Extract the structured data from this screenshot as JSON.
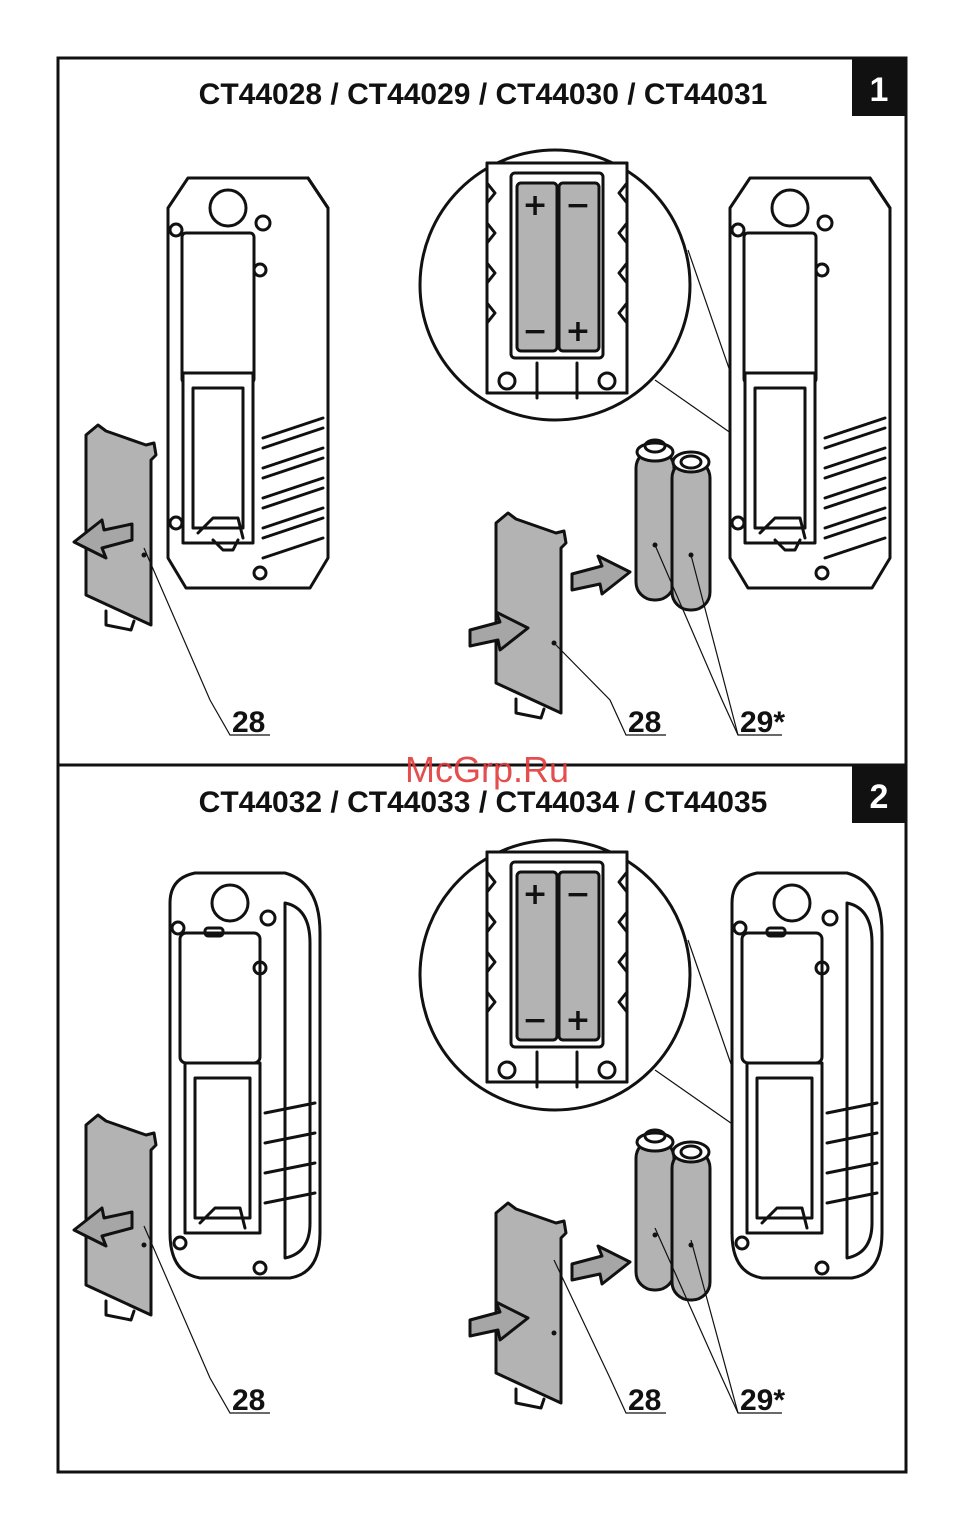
{
  "panels": [
    {
      "number": "1",
      "title": "CT44028 / CT44029 / CT44030 / CT44031",
      "callouts": {
        "cover_left": "28",
        "cover_right": "28",
        "batteries": "29*"
      }
    },
    {
      "number": "2",
      "title": "CT44032 / CT44033 / CT44034 / CT44035",
      "callouts": {
        "cover_left": "28",
        "cover_right": "28",
        "batteries": "29*"
      }
    }
  ],
  "polarity": {
    "plus": "+",
    "minus": "−"
  },
  "watermark": "McGrp.Ru",
  "colors": {
    "line": "#111111",
    "cover_fill": "#b3b3b3",
    "arrow_fill": "#a6a6a6",
    "badge": "#111111",
    "watermark": "#e23b3b"
  }
}
